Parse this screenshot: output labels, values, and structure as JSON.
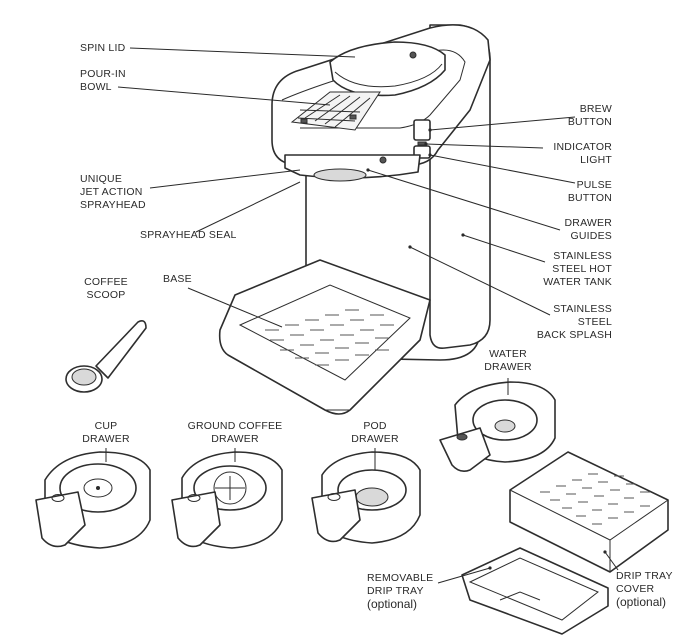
{
  "labels": {
    "spin_lid": [
      "SPIN LID"
    ],
    "pour_in_bowl": [
      "POUR-IN",
      "BOWL"
    ],
    "brew_button": [
      "BREW",
      "BUTTON"
    ],
    "indicator_light": [
      "INDICATOR",
      "LIGHT"
    ],
    "pulse_button": [
      "PULSE",
      "BUTTON"
    ],
    "sprayhead": [
      "UNIQUE",
      "JET ACTION",
      "SPRAYHEAD"
    ],
    "drawer_guides": [
      "DRAWER",
      "GUIDES"
    ],
    "sprayhead_seal": [
      "SPRAYHEAD SEAL"
    ],
    "hot_water_tank": [
      "STAINLESS",
      "STEEL HOT",
      "WATER TANK"
    ],
    "coffee_scoop": [
      "COFFEE",
      "SCOOP"
    ],
    "base": [
      "BASE"
    ],
    "back_splash": [
      "STAINLESS",
      "STEEL",
      "BACK SPLASH"
    ],
    "water_drawer": [
      "WATER",
      "DRAWER"
    ],
    "cup_drawer": [
      "CUP",
      "DRAWER"
    ],
    "ground_coffee_drawer": [
      "GROUND COFFEE",
      "DRAWER"
    ],
    "pod_drawer": [
      "POD",
      "DRAWER"
    ],
    "drip_tray": [
      "REMOVABLE",
      "DRIP TRAY"
    ],
    "drip_tray_optional": "(optional)",
    "drip_tray_cover": [
      "DRIP TRAY",
      "COVER"
    ],
    "drip_tray_cover_optional": "(optional)"
  }
}
